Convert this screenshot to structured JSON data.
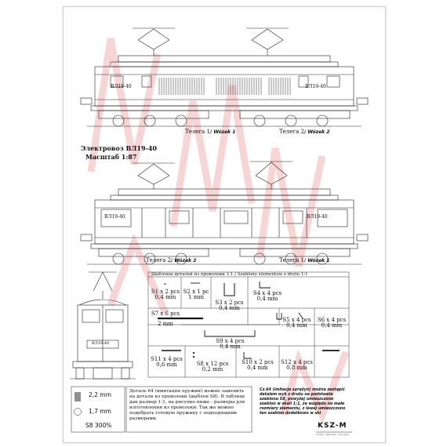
{
  "locomotive": {
    "title": "Электровоз ВЛ19-40",
    "scale": "Масштаб 1:87",
    "number_label": "ВЛ19-40"
  },
  "top_view": {
    "bogie1": {
      "ru": "Телега 1",
      "pl": "/ Wózek 1"
    },
    "bogie2": {
      "ru": "Телега 2",
      "pl": "/ Wózek 2"
    }
  },
  "bottom_view": {
    "bogie2": {
      "ru": "Телега 2",
      "pl": "/ Wózek 2"
    },
    "bogie1": {
      "ru": "Телега 1",
      "pl": "/ Wózek 1"
    }
  },
  "front_view": {
    "number_label": "ВЛ19-40"
  },
  "templates": {
    "heading": "Шаблоны деталей из проволоки 1:1 / Szablony elementów z drutu 1:1",
    "items": [
      {
        "id": "s1",
        "name": "S1 x 2 pcs",
        "size": "0,4 mm"
      },
      {
        "id": "s2",
        "name": "S2 x 1 pc",
        "size": "1 mm"
      },
      {
        "id": "s3",
        "name": "S3 x 2 pcs",
        "size": "0,4 mm"
      },
      {
        "id": "s4",
        "name": "S4 x 4 pcs",
        "size": "0,4 mm"
      },
      {
        "id": "s5",
        "name": "S5 x 4 pcs",
        "size": "0,4 mm"
      },
      {
        "id": "s6",
        "name": "S6 x 4 pcs",
        "size": "0,4 mm"
      },
      {
        "id": "s7",
        "name": "S7 x 6 pcs",
        "size": "2 mm"
      },
      {
        "id": "s9",
        "name": "S9 x 4 pcs",
        "size": "0,4 mm"
      },
      {
        "id": "s11",
        "name": "S11 x 4 pcs",
        "size": "0,6 mm"
      },
      {
        "id": "s8",
        "name": "S8 x 12 pcs",
        "size": "0,2 mm"
      },
      {
        "id": "s10",
        "name": "S10 x 2 pcs",
        "size": "0,4 mm"
      },
      {
        "id": "s12",
        "name": "S12 x 4 pcs",
        "size": "0,8 mm"
      }
    ]
  },
  "spring": {
    "dim1": "2,2 mm",
    "dim2": "1,7 mm",
    "caption": "S8 300%"
  },
  "notes": {
    "ru": "Деталь 64 (имитация пружин) можно заменить на детали из проволоки (шаблон S8). В таблице дан размер 1:1, на рисунке ниже - размеры для изготовления из проволоки. Так же можно подобрать готовую пружину с подходящими размерами.",
    "pl": "Cz.64 (imitacja sprężyn) można zastąpić detalem wyk z drutu na podstawie szablonu S8, powyżej umieszczono szablon w skali 1:1, ze względu na małe rozmiary elementu, z lewej umieszczono ten szablon dodatkowo w ski"
  },
  "logo": {
    "text": "KSZ-M",
    "sub": "modele · kartonowe · wycinanki"
  },
  "colors": {
    "ink": "#111111",
    "watermark": "#f1b3b3",
    "paper": "#ffffff"
  }
}
